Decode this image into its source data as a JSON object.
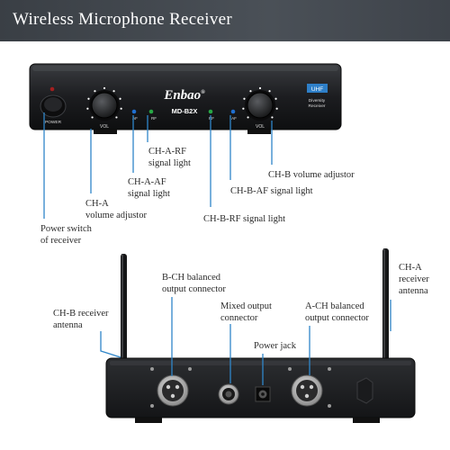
{
  "header": {
    "title": "Wireless Microphone Receiver"
  },
  "front": {
    "brand": "Enbao",
    "brand_mark": "®",
    "model": "MD-B2X",
    "band_badge": "UHF",
    "diversity_line1": "Diversity",
    "diversity_line2": "Receiver",
    "power_label": "POWER",
    "vol_left": "VOL",
    "vol_right": "VOL",
    "af_left": "AF",
    "rf_left": "RF",
    "rf_right": "RF",
    "af_right": "AF"
  },
  "callouts": {
    "power_switch": [
      "Power switch",
      "of receiver"
    ],
    "cha_volume": [
      "CH-A",
      "volume adjustor"
    ],
    "cha_af": [
      "CH-A-AF",
      "signal light"
    ],
    "cha_rf": [
      "CH-A-RF",
      "signal light"
    ],
    "chb_rf": "CH-B-RF signal light",
    "chb_af": "CH-B-AF signal light",
    "chb_volume": "CH-B volume adjustor",
    "chb_antenna": [
      "CH-B receiver",
      "antenna"
    ],
    "bch_output": [
      "B-CH balanced",
      "output connector"
    ],
    "mixed_output": [
      "Mixed output",
      "connector"
    ],
    "power_jack": "Power jack",
    "ach_output": [
      "A-CH balanced",
      "output connector"
    ],
    "cha_antenna": [
      "CH-A",
      "receiver",
      "antenna"
    ]
  },
  "colors": {
    "header_bg": "#3a3f45",
    "leader": "#2f86c9",
    "device": "#1d1e20"
  }
}
